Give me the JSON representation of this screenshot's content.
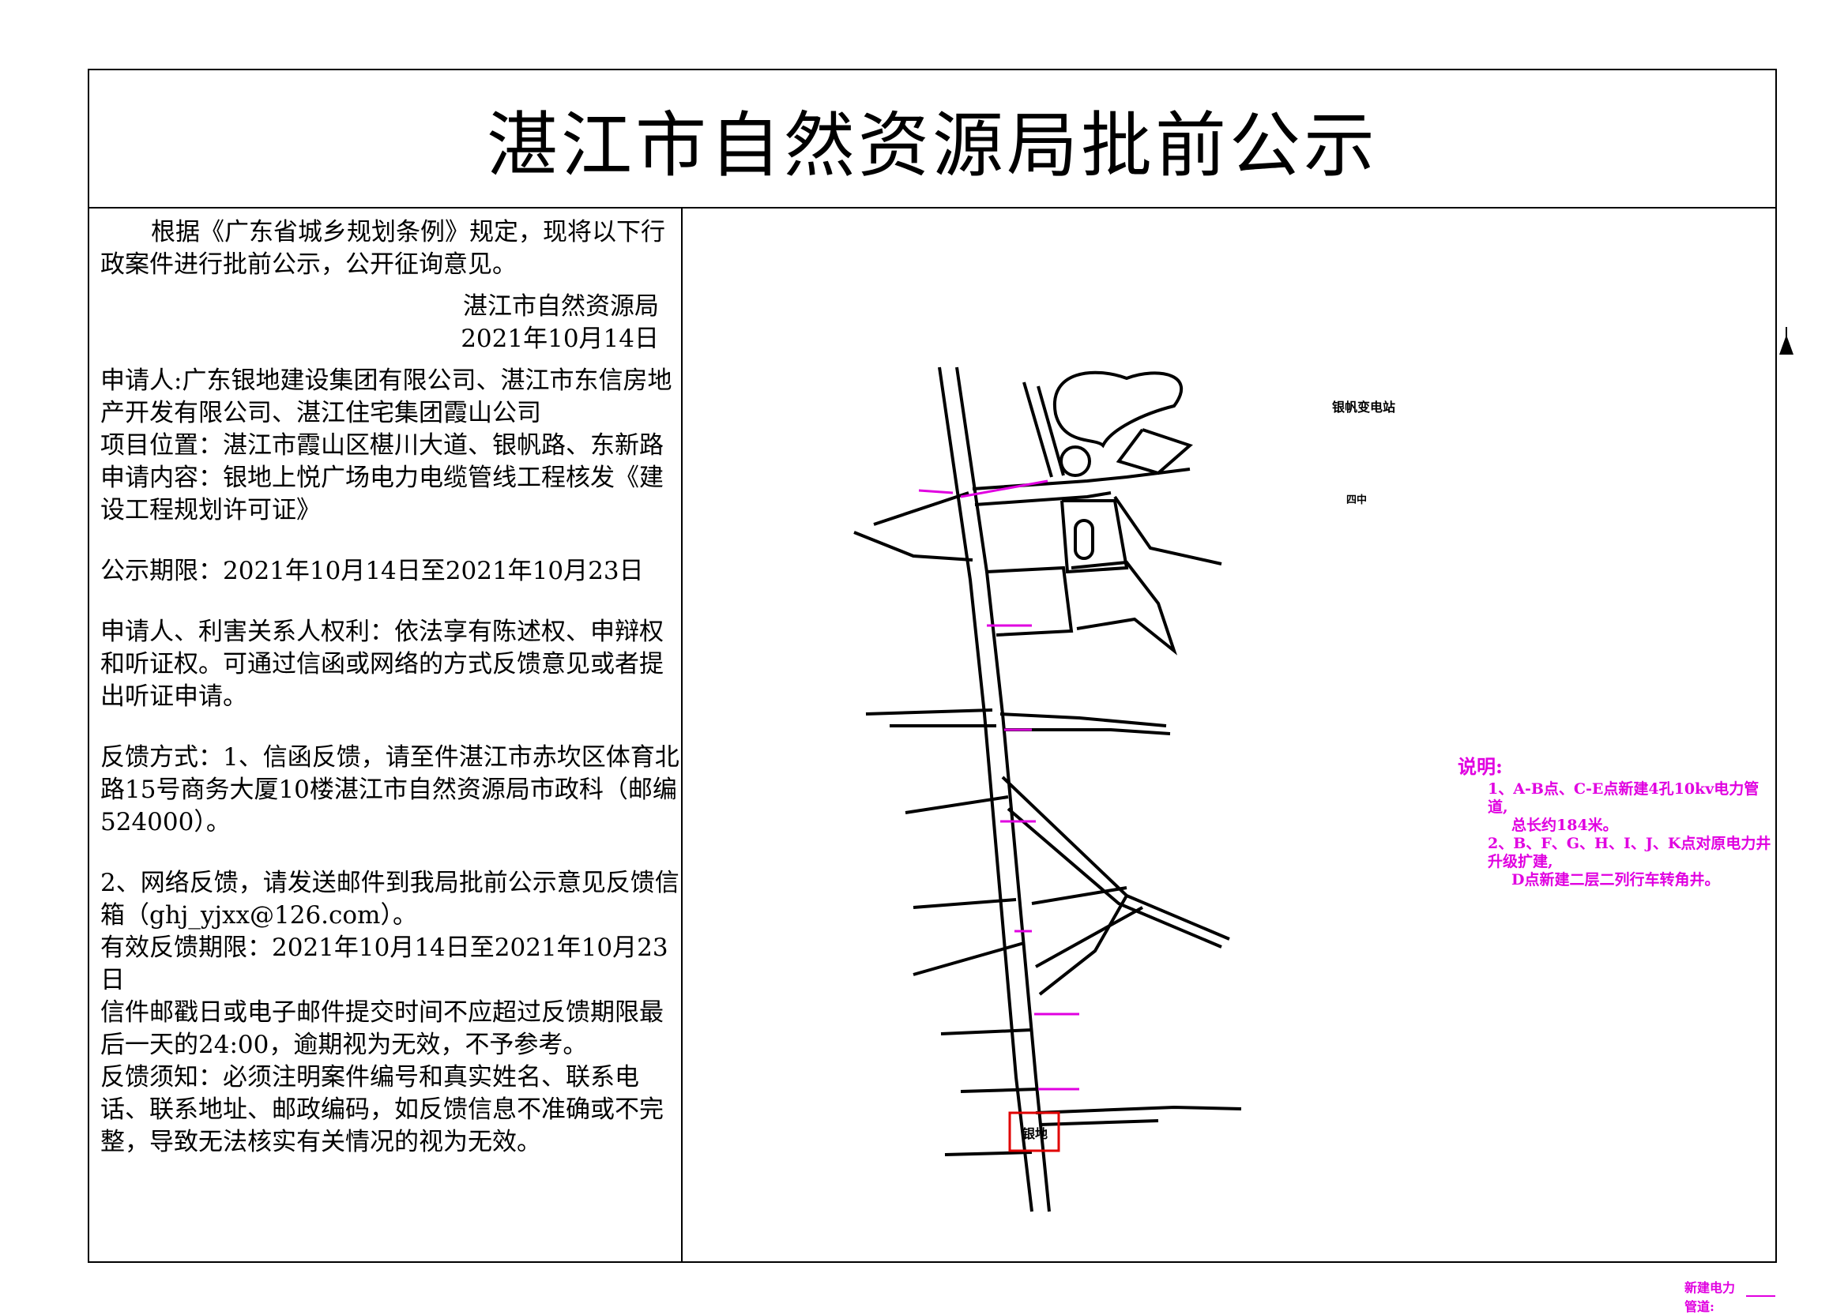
{
  "title": "湛江市自然资源局批前公示",
  "notice": {
    "intro": "根据《广东省城乡规划条例》规定，现将以下行政案件进行批前公示，公开征询意见。",
    "issuer": "湛江市自然资源局",
    "date": "2021年10月14日",
    "applicant": "申请人:广东银地建设集团有限公司、湛江市东信房地产开发有限公司、湛江住宅集团霞山公司",
    "location": "项目位置：湛江市霞山区椹川大道、银帆路、东新路",
    "content": "申请内容：银地上悦广场电力电缆管线工程核发《建设工程规划许可证》",
    "period": "公示期限：2021年10月14日至2021年10月23日",
    "rights": "申请人、利害关系人权利：依法享有陈述权、申辩权和听证权。可通过信函或网络的方式反馈意见或者提出听证申请。",
    "feedback1": "反馈方式：1、信函反馈，请至件湛江市赤坎区体育北路15号商务大厦10楼湛江市自然资源局市政科（邮编524000）。",
    "feedback2": "2、网络反馈，请发送邮件到我局批前公示意见反馈信箱（ghj_yjxx@126.com）。",
    "valid_period": "有效反馈期限：2021年10月14日至2021年10月23日",
    "deadline_note": "信件邮戳日或电子邮件提交时间不应超过反馈期限最后一天的24:00，逾期视为无效，不予参考。",
    "notes": "反馈须知：必须注明案件编号和真实姓名、联系电话、联系地址、邮政编码，如反馈信息不准确或不完整，导致无法核实有关情况的视为无效。"
  },
  "map": {
    "labels": {
      "substation": "银帆变电站",
      "school": "四中",
      "site": "银地"
    },
    "legend": {
      "heading": "说明:",
      "item1": "1、A-B点、C-E点新建4孔10kv电力管道,",
      "item1_cont": "总长约184米。",
      "item2": "2、B、F、G、H、I、J、K点对原电力井升级扩建,",
      "item2_cont": "D点新建二层二列行车转角井。"
    },
    "line_legend": "新建电力管道:",
    "colors": {
      "pipeline": "#e000e0",
      "site_boundary": "#e00000",
      "roads": "#000000"
    },
    "north_arrow_icon": "north-arrow-icon"
  }
}
